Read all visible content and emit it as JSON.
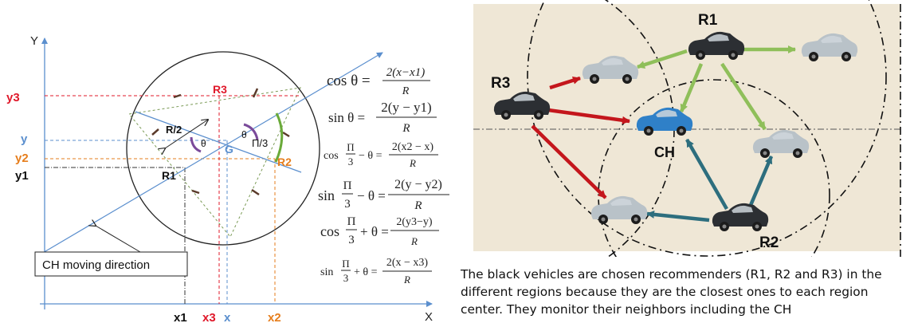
{
  "left_diagram": {
    "axis_y_label": "Y",
    "axis_x_label": "X",
    "y_labels": {
      "y3": "y3",
      "y": "y",
      "y2": "y2",
      "y1": "y1"
    },
    "x_labels": {
      "x1": "x1",
      "x3": "x3",
      "x": "x",
      "x2": "x2"
    },
    "points": {
      "r1": "R1",
      "r2": "R2",
      "r3": "R3",
      "g": "G"
    },
    "half_radius": "R/2",
    "theta": "θ",
    "pi_over_3": "Π/3",
    "moving_direction_label": "CH moving direction"
  },
  "formulas": [
    {
      "lhs": "cos θ =",
      "num": "2(x−x1)",
      "den": "R"
    },
    {
      "lhs": "sin θ =",
      "num": "2(y − y1)",
      "den": "R"
    },
    {
      "lhs_a": "cos",
      "lhs_num": "Π",
      "lhs_den": "3",
      "lhs_b": "− θ =",
      "num": "2(x2 − x)",
      "den": "R"
    },
    {
      "lhs_a": "sin",
      "lhs_num": "Π",
      "lhs_den": "3",
      "lhs_b": "− θ =",
      "num": "2(y − y2)",
      "den": "R"
    },
    {
      "lhs_a": "cos",
      "lhs_num": "Π",
      "lhs_den": "3",
      "lhs_b": "+ θ =",
      "num": "2(y3−y)",
      "den": "R"
    },
    {
      "lhs_a": "sin",
      "lhs_num": "Π",
      "lhs_den": "3",
      "lhs_b": "+ θ =",
      "num": "2(x − x3)",
      "den": "R"
    }
  ],
  "right_diagram": {
    "labels": {
      "r1": "R1",
      "r2": "R2",
      "r3": "R3",
      "ch": "CH"
    }
  },
  "caption": "The black vehicles are chosen recommenders (R1, R2 and R3) in the different regions because they are the closest ones to each region center. They monitor their neighbors including the CH",
  "colors": {
    "blue_line": "#5b8fce",
    "red": "#e0182a",
    "orange": "#e67e1d",
    "green_arc": "#6aaa3a",
    "purple_arc": "#7a4a9a",
    "panel_bg": "#efe7d6",
    "arrow_red": "#c4161c",
    "arrow_green": "#8fbf5a",
    "arrow_teal": "#2d6e7e"
  }
}
